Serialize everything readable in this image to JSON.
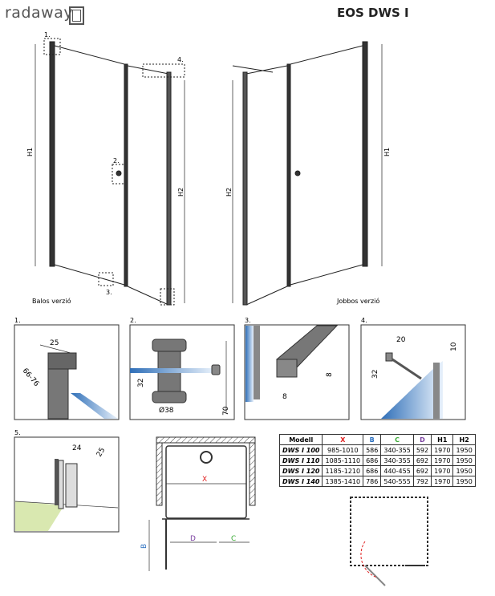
{
  "header": {
    "brand": "radaway",
    "title": "EOS DWS I"
  },
  "main_drawings": {
    "left": {
      "caption": "Balos verzió",
      "h1": "H1",
      "h2": "H2",
      "callouts": [
        "1.",
        "2.",
        "3.",
        "4."
      ]
    },
    "right": {
      "caption": "Jobbos verzió",
      "h1": "H1",
      "h2": "H2"
    }
  },
  "details": [
    {
      "label": "1.",
      "dims": [
        "25",
        "66-76"
      ]
    },
    {
      "label": "2.",
      "dims": [
        "32",
        "Ø38",
        "70"
      ]
    },
    {
      "label": "3.",
      "dims": [
        "8",
        "8"
      ]
    },
    {
      "label": "4.",
      "dims": [
        "20",
        "10",
        "32"
      ]
    },
    {
      "label": "5.",
      "dims": [
        "24",
        "25"
      ]
    }
  ],
  "plan": {
    "x": "X",
    "b": "B",
    "d": "D",
    "c": "C"
  },
  "colors": {
    "x": "#e02020",
    "b": "#2a6fc0",
    "c": "#3aaa35",
    "d": "#7a3fa0",
    "glass": "#4a90d9",
    "floor": "#d9e8b0"
  },
  "table": {
    "headers": [
      "Modell",
      "X",
      "B",
      "C",
      "D",
      "H1",
      "H2"
    ],
    "rows": [
      [
        "DWS I 100",
        "985-1010",
        "586",
        "340-355",
        "592",
        "1970",
        "1950"
      ],
      [
        "DWS I 110",
        "1085-1110",
        "686",
        "340-355",
        "692",
        "1970",
        "1950"
      ],
      [
        "DWS I 120",
        "1185-1210",
        "686",
        "440-455",
        "692",
        "1970",
        "1950"
      ],
      [
        "DWS I 140",
        "1385-1410",
        "786",
        "540-555",
        "792",
        "1970",
        "1950"
      ]
    ]
  }
}
